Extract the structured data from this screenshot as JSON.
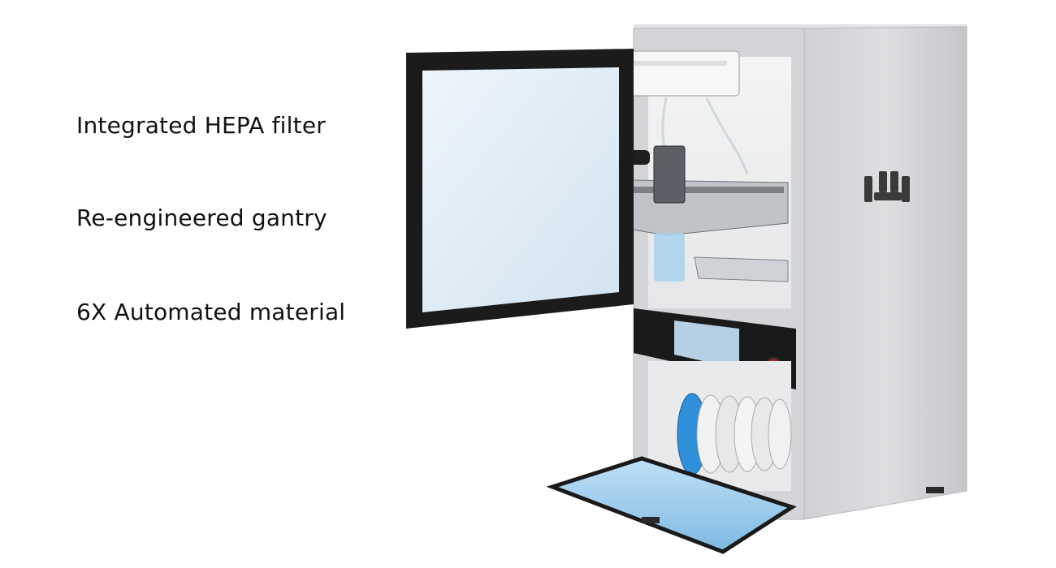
{
  "features": [
    {
      "label": "Integrated HEPA filter"
    },
    {
      "label": "Re-engineered gantry"
    },
    {
      "label": "6X Automated material"
    }
  ],
  "colors": {
    "background": "#ffffff",
    "text": "#111111",
    "cabinet": "#d9dadc",
    "cabinet_side": "#c9cbce",
    "frame_dark": "#1a1a1a",
    "glass": "#dbe9f4",
    "accent_blue": "#8fc4ea",
    "spool_blue": "#2f8fd8",
    "estop_red": "#d42020"
  },
  "icons": {
    "logo": "brand-logo-icon",
    "estop": "emergency-stop-icon"
  }
}
